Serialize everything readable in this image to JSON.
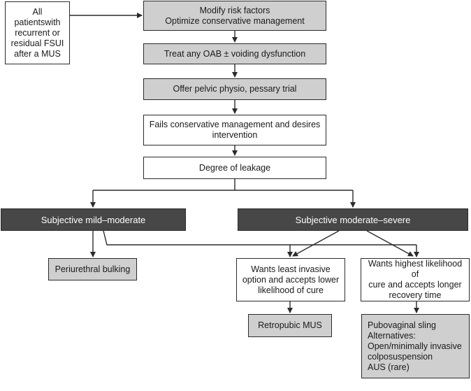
{
  "nodes": {
    "start": {
      "lines": [
        "All patientswith",
        "recurrent or",
        "residual FSUI",
        "after a MUS"
      ]
    },
    "modify": {
      "lines": [
        "Modify risk factors",
        "Optimize conservative management"
      ]
    },
    "treat_oab": {
      "lines": [
        "Treat any OAB ± voiding dysfunction"
      ]
    },
    "pelvic_physio": {
      "lines": [
        "Offer pelvic physio, pessary trial"
      ]
    },
    "fails": {
      "lines": [
        "Fails conservative management and desires",
        "intervention"
      ]
    },
    "leakage": {
      "lines": [
        "Degree of leakage"
      ]
    },
    "mild_moderate": {
      "lines": [
        "Subjective mild–moderate"
      ]
    },
    "moderate_severe": {
      "lines": [
        "Subjective moderate–severe"
      ]
    },
    "bulking": {
      "lines": [
        "Periurethral bulking"
      ]
    },
    "least_invasive": {
      "lines": [
        "Wants least invasive",
        "option and accepts lower",
        "likelihood of cure"
      ]
    },
    "highest_cure": {
      "lines": [
        "Wants highest likelihood of",
        "cure and accepts longer",
        "recovery time"
      ]
    },
    "retropubic": {
      "lines": [
        "Retropubic MUS"
      ]
    },
    "pubovaginal": {
      "lines": [
        "Pubovaginal sling",
        "Alternatives:",
        "Open/minimally invasive",
        "colposuspension",
        "AUS (rare)"
      ]
    }
  },
  "colors": {
    "dark_box": "#474747",
    "gray_box": "#cfcfcf",
    "line": "#2b2b2b"
  }
}
